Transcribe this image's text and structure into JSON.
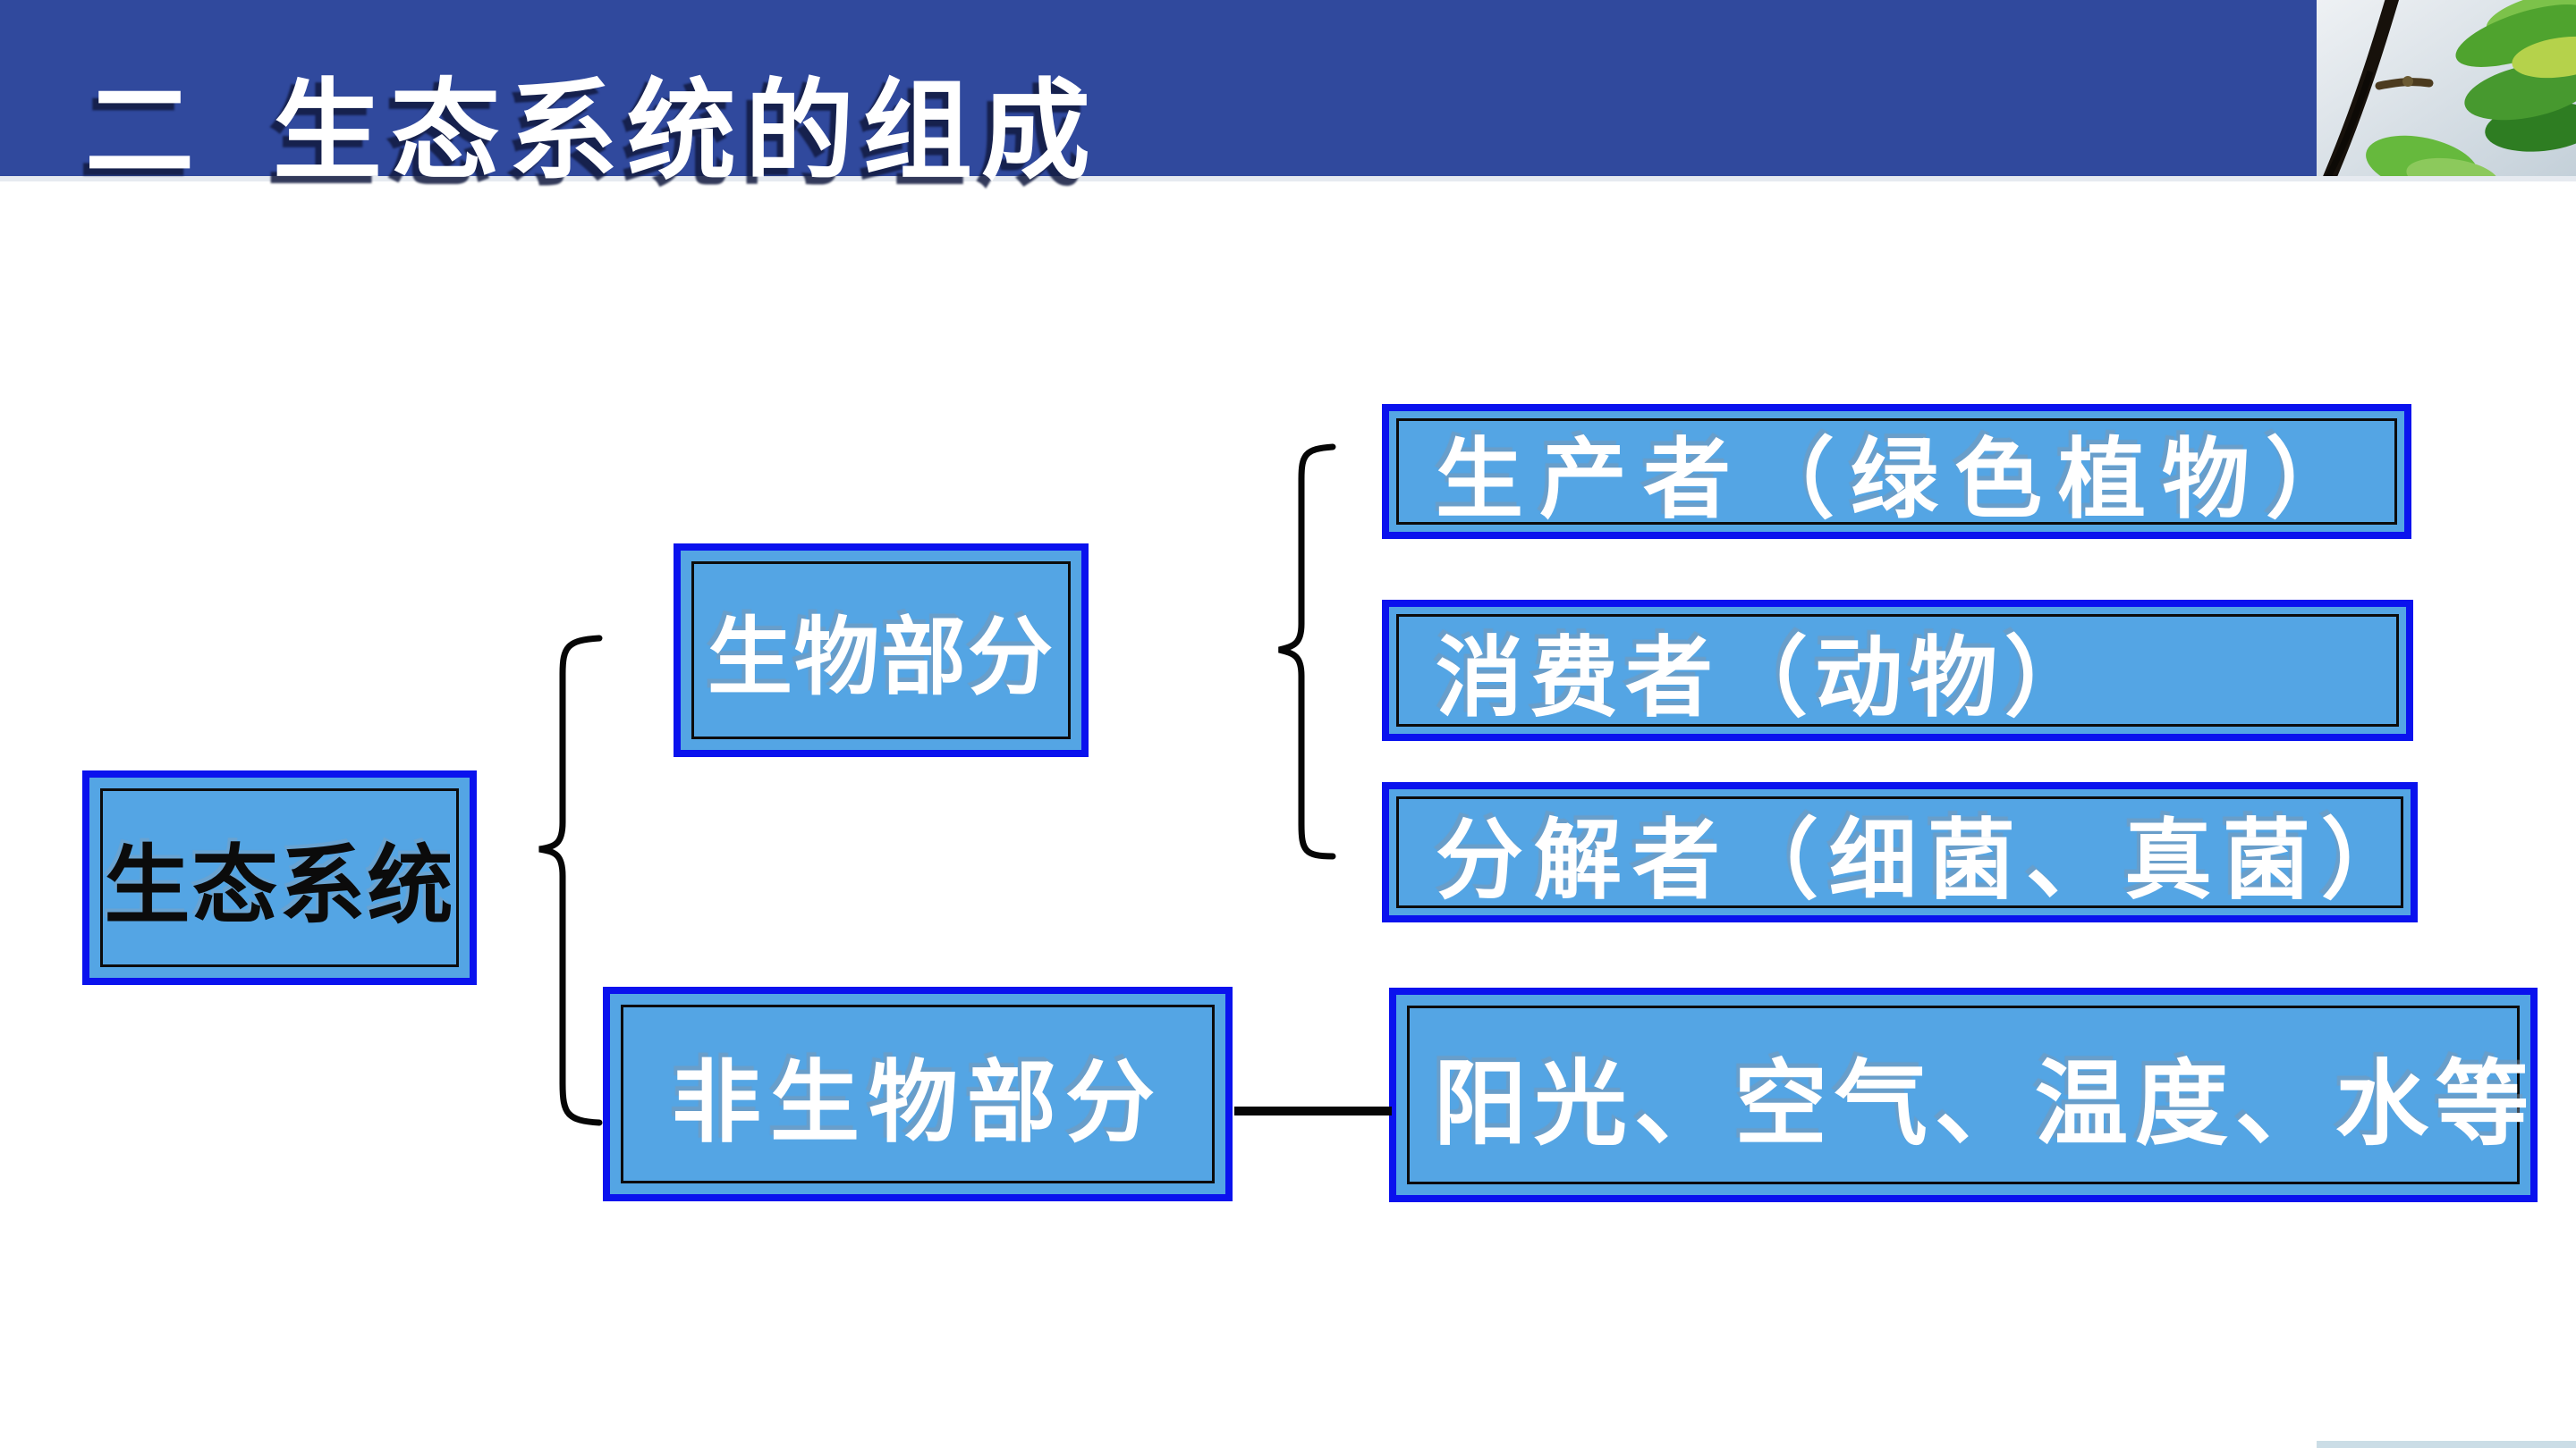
{
  "slide": {
    "title": "二 生态系统的组成",
    "header_bg": "#30499d",
    "title_color": "#ffffff",
    "background": "#ffffff"
  },
  "diagram": {
    "root": {
      "label": "生态系统"
    },
    "biotic": {
      "label": "生物部分",
      "children": {
        "producer": "生产者（绿色植物）",
        "consumer": "消费者（动物）",
        "decomposer": "分解者（细菌、真菌）"
      }
    },
    "abiotic": {
      "label": "非生物部分",
      "items": "阳光、空气、温度、水等"
    },
    "colors": {
      "box_fill": "#54a5e4",
      "box_outer_border": "#0a12ee",
      "box_inner_border": "#0c0c0c",
      "biotic_text": "#ffffff",
      "root_text": "#0b0b0b",
      "brace_color": "#060606"
    }
  },
  "decor": {
    "corner_image": "leaf-branch-photo"
  }
}
